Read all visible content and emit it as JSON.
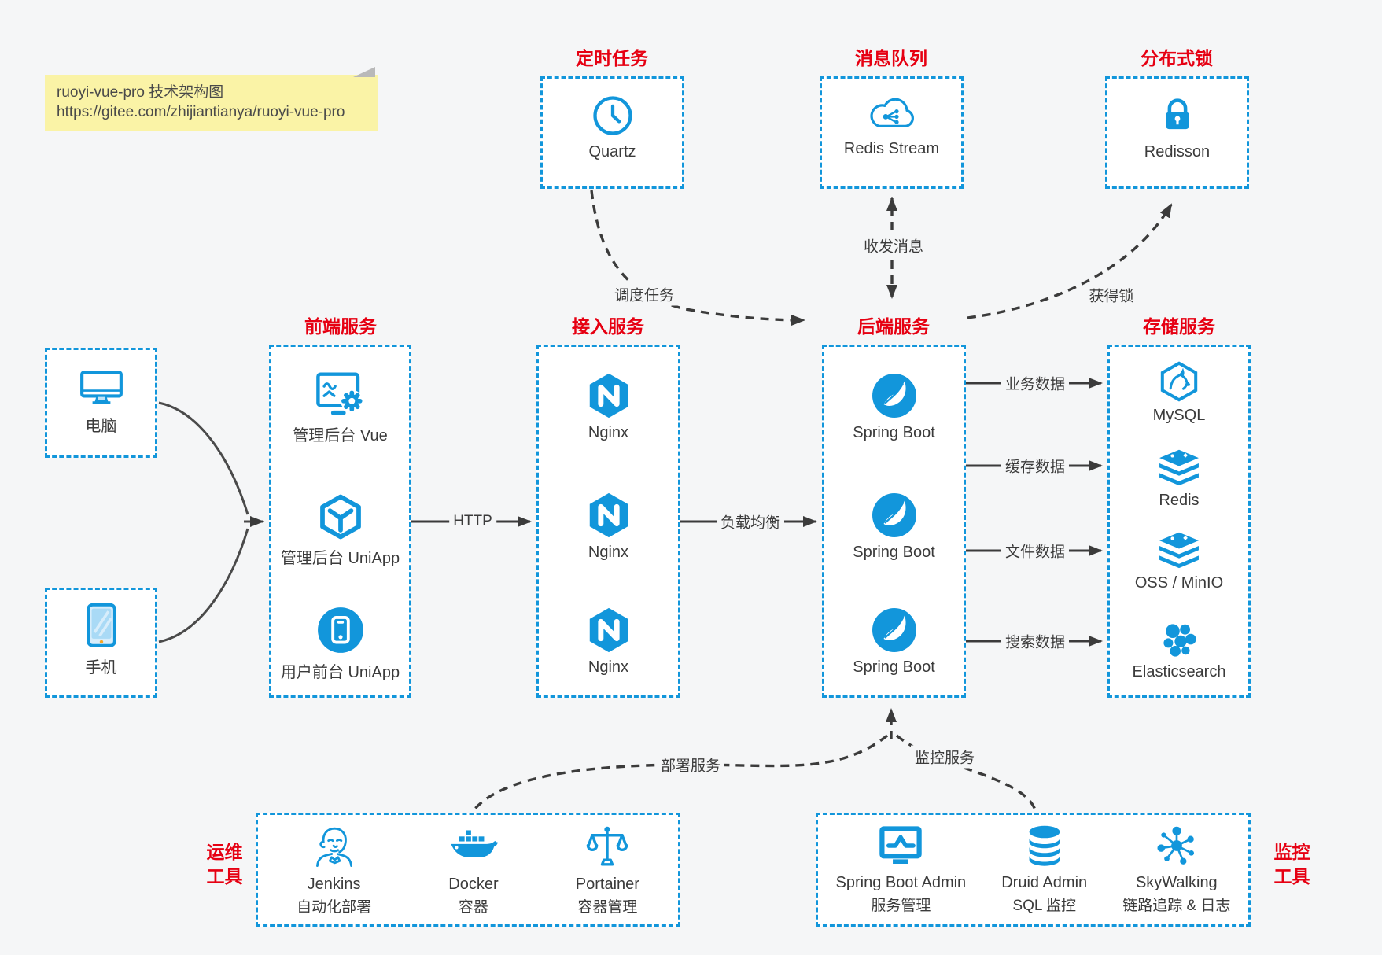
{
  "colors": {
    "canvas_bg": "#f5f6f7",
    "accent_blue": "#1296db",
    "title_red": "#e60012",
    "note_bg": "#faf3a6",
    "line_dark": "#3b3b3b"
  },
  "note": {
    "title": "ruoyi-vue-pro 技术架构图",
    "url": "https://gitee.com/zhijiantianya/ruoyi-vue-pro"
  },
  "groups": {
    "scheduled_task": {
      "title": "定时任务",
      "item": {
        "icon": "clock-icon",
        "label": "Quartz"
      }
    },
    "message_queue": {
      "title": "消息队列",
      "item": {
        "icon": "cloud-stream-icon",
        "label": "Redis Stream"
      }
    },
    "distributed_lock": {
      "title": "分布式锁",
      "item": {
        "icon": "lock-icon",
        "label": "Redisson"
      }
    },
    "clients": {
      "items": [
        {
          "icon": "desktop-icon",
          "label": "电脑"
        },
        {
          "icon": "smartphone-icon",
          "label": "手机"
        }
      ]
    },
    "frontend": {
      "title": "前端服务",
      "items": [
        {
          "icon": "admin-vue-icon",
          "label": "管理后台 Vue"
        },
        {
          "icon": "uniapp-cube-icon",
          "label": "管理后台 UniApp"
        },
        {
          "icon": "user-app-icon",
          "label": "用户前台 UniApp"
        }
      ]
    },
    "gateway": {
      "title": "接入服务",
      "items": [
        {
          "icon": "nginx-icon",
          "label": "Nginx"
        },
        {
          "icon": "nginx-icon",
          "label": "Nginx"
        },
        {
          "icon": "nginx-icon",
          "label": "Nginx"
        }
      ]
    },
    "backend": {
      "title": "后端服务",
      "items": [
        {
          "icon": "spring-boot-icon",
          "label": "Spring Boot"
        },
        {
          "icon": "spring-boot-icon",
          "label": "Spring Boot"
        },
        {
          "icon": "spring-boot-icon",
          "label": "Spring Boot"
        }
      ]
    },
    "storage": {
      "title": "存储服务",
      "items": [
        {
          "icon": "mysql-icon",
          "label": "MySQL"
        },
        {
          "icon": "redis-icon",
          "label": "Redis"
        },
        {
          "icon": "oss-icon",
          "label": "OSS / MinIO"
        },
        {
          "icon": "elasticsearch-icon",
          "label": "Elasticsearch"
        }
      ]
    },
    "ops_tools": {
      "title_line1": "运维",
      "title_line2": "工具",
      "items": [
        {
          "icon": "jenkins-icon",
          "label": "Jenkins",
          "sublabel": "自动化部署"
        },
        {
          "icon": "docker-icon",
          "label": "Docker",
          "sublabel": "容器"
        },
        {
          "icon": "portainer-icon",
          "label": "Portainer",
          "sublabel": "容器管理"
        }
      ]
    },
    "monitor_tools": {
      "title_line1": "监控",
      "title_line2": "工具",
      "items": [
        {
          "icon": "spring-boot-admin-icon",
          "label": "Spring Boot Admin",
          "sublabel": "服务管理"
        },
        {
          "icon": "druid-icon",
          "label": "Druid Admin",
          "sublabel": "SQL 监控"
        },
        {
          "icon": "skywalking-icon",
          "label": "SkyWalking",
          "sublabel": "链路追踪 & 日志"
        }
      ]
    }
  },
  "edges": {
    "http": "HTTP",
    "load_balance": "负载均衡",
    "business_data": "业务数据",
    "cache_data": "缓存数据",
    "file_data": "文件数据",
    "search_data": "搜索数据",
    "schedule_task": "调度任务",
    "send_receive_message": "收发消息",
    "acquire_lock": "获得锁",
    "deploy_service": "部署服务",
    "monitor_service": "监控服务"
  }
}
